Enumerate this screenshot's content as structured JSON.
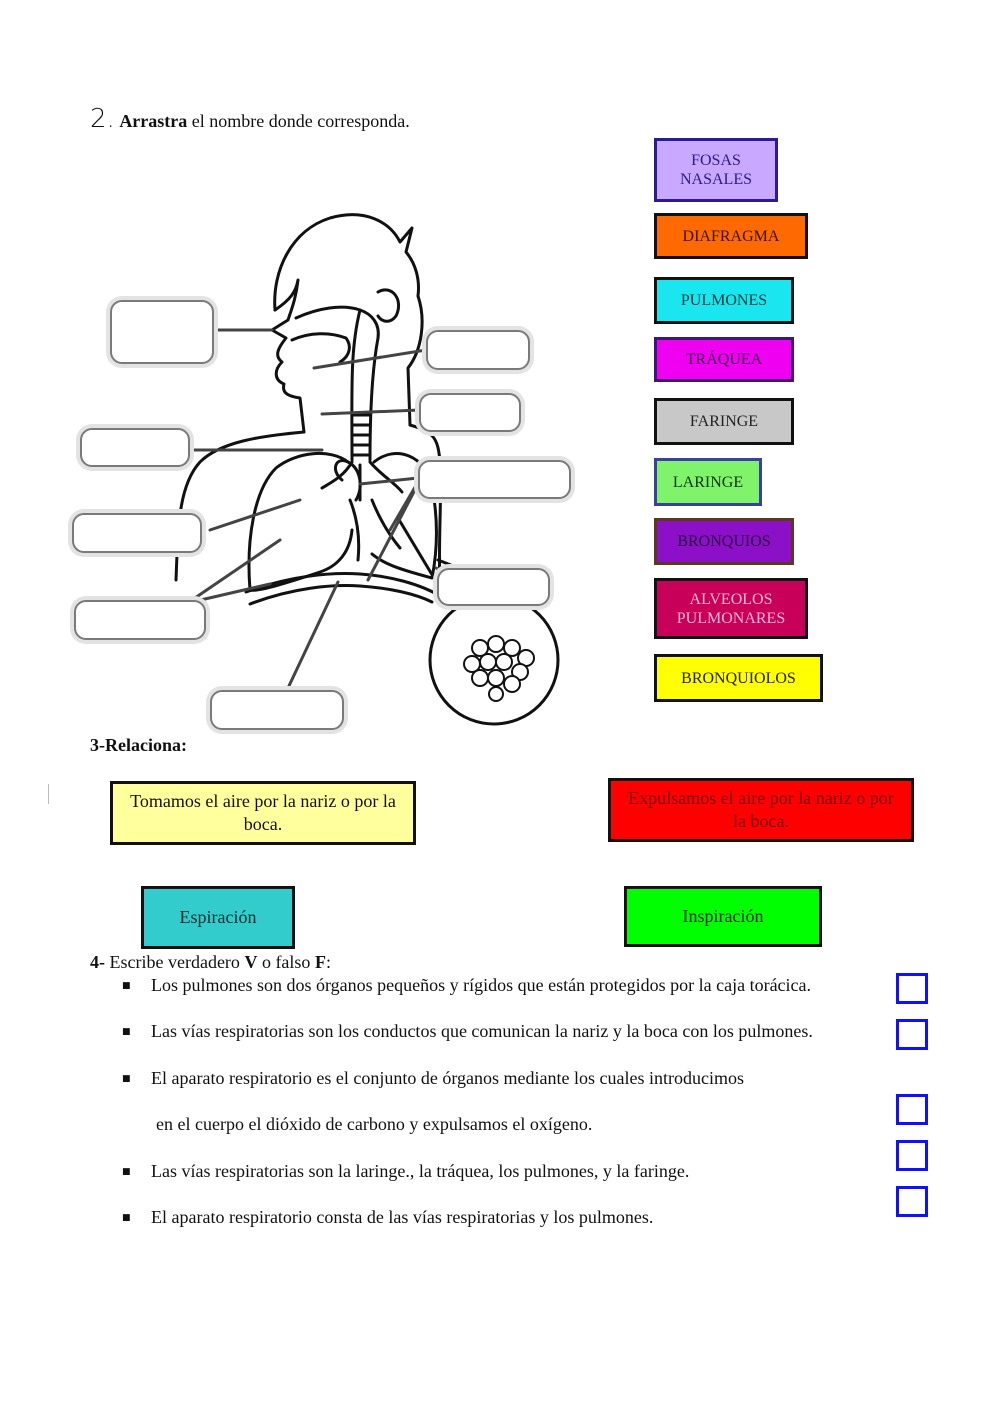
{
  "section2": {
    "number": "2.",
    "bold": "Arrastra",
    "text": " el nombre donde corresponda."
  },
  "tiles": {
    "fosas": "FOSAS NASALES",
    "diafragma": "DIAFRAGMA",
    "pulmones": "PULMONES",
    "traquea": "TRÁQUEA",
    "faringe": "FARINGE",
    "laringe": "LARINGE",
    "bronquios": "BRONQUIOS",
    "alveolos": "ALVEOLOS PULMONARES",
    "bronquiolos": "BRONQUIOLOS"
  },
  "section3": {
    "title": "3-Relaciona:",
    "box1": "Tomamos el aire por la nariz o por la boca.",
    "box2": "Expulsamos el aire por la nariz o por la boca.",
    "espiracion": "Espiración",
    "inspiracion": "Inspiración"
  },
  "section4": {
    "lead": "4-",
    "t1": " Escribe verdadero ",
    "v": "V",
    "t2": " o falso ",
    "f": "F",
    "t3": ":",
    "bullet": "■",
    "items": [
      "Los pulmones son dos órganos pequeños y rígidos que están protegidos por la caja torácica.",
      "Las vías respiratorias son los conductos que comunican la nariz y la boca con los pulmones.",
      "El aparato  respiratorio es el conjunto de órganos mediante los cuales introducimos",
      "Las vías respiratorias son la laringe., la tráquea, los pulmones, y la faringe.",
      "El aparato respiratorio consta de las vías respiratorias y los pulmones."
    ],
    "item3_cont": "en el cuerpo el dióxido de carbono y expulsamos el oxígeno."
  }
}
